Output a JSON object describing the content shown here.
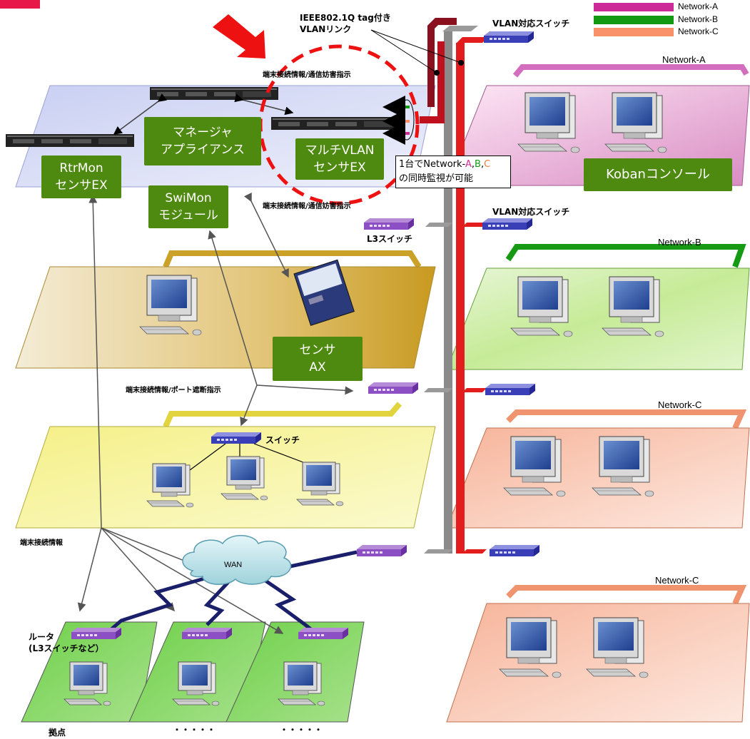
{
  "legend": [
    {
      "label": "Network-A",
      "color": "#cc2a96"
    },
    {
      "label": "Network-B",
      "color": "#139a12"
    },
    {
      "label": "Network-C",
      "color": "#f9926a"
    }
  ],
  "top_left_tag": "",
  "labels": {
    "vlan_link_line1": "IEEE802.1Q tag付き",
    "vlan_link_line2": "VLANリンク",
    "vlan_switch_1": "VLAN対応スイッチ",
    "vlan_switch_2": "VLAN対応スイッチ",
    "info_block_top": "端末接続情報/通信妨害指示",
    "info_block_mid": "端末接続情報/通信妨害指示",
    "info_port_block": "端末接続情報/ポート遮断指示",
    "info_terminal": "端末接続情報",
    "l3_switch": "L3スイッチ",
    "switch": "スイッチ",
    "router_line1": "ルータ",
    "router_line2": "(L3スイッチなど）",
    "site": "拠点",
    "dots1": "・・・・・",
    "dots2": "・・・・・",
    "wan": "WAN"
  },
  "networks": {
    "a": "Network-A",
    "b": "Network-B",
    "c1": "Network-C",
    "c2": "Network-C"
  },
  "boxes": {
    "manager_line1": "マネージャ",
    "manager_line2": "アプライアンス",
    "rtrmon_line1": "RtrMon",
    "rtrmon_line2": "センサEX",
    "multi_line1": "マルチVLAN",
    "multi_line2": "センサEX",
    "swimon_line1": "SwiMon",
    "swimon_line2": "モジュール",
    "sensor_ax_line1": "センサ",
    "sensor_ax_line2": "AX",
    "koban": "Kobanコンソール"
  },
  "callout": {
    "pre": "1台で",
    "net_word": "Network-",
    "a": "A",
    "sep1": ",",
    "b": "B",
    "sep2": ",",
    "c": "C",
    "line2": "の同時監視が可能"
  }
}
